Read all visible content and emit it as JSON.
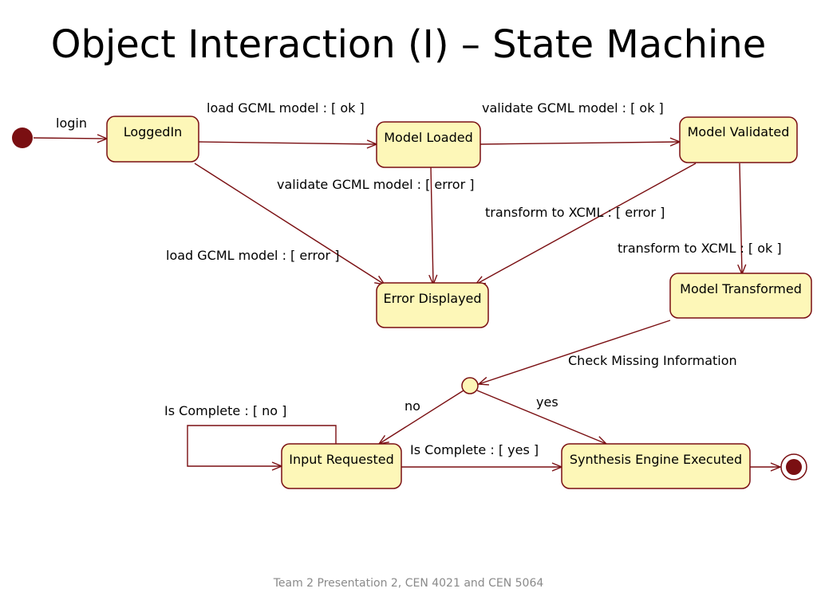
{
  "title": "Object Interaction (I) – State Machine",
  "footer": "Team 2 Presentation 2, CEN 4021 and CEN 5064",
  "colors": {
    "stroke": "#7a0f12",
    "state_fill": "#fdf7b8",
    "initial_fill": "#7a0f12"
  },
  "states": {
    "logged_in": "LoggedIn",
    "model_loaded": "Model Loaded",
    "model_validated": "Model Validated",
    "error_displayed": "Error Displayed",
    "model_transformed": "Model Transformed",
    "input_requested": "Input Requested",
    "synthesis_engine_executed": "Synthesis Engine Executed"
  },
  "transitions": {
    "login": "login",
    "load_ok": "load GCML model : [ ok ]",
    "validate_ok": "validate GCML model : [ ok ]",
    "validate_error": "validate GCML model : [ error ]",
    "transform_error": "transform to XCML : [ error ]",
    "transform_ok": "transform to XCML : [ ok ]",
    "load_error": "load GCML model : [ error ]",
    "check_missing": "Check Missing Information",
    "no": "no",
    "yes": "yes",
    "is_complete_no": "Is Complete : [ no ]",
    "is_complete_yes": "Is Complete : [ yes ]"
  }
}
